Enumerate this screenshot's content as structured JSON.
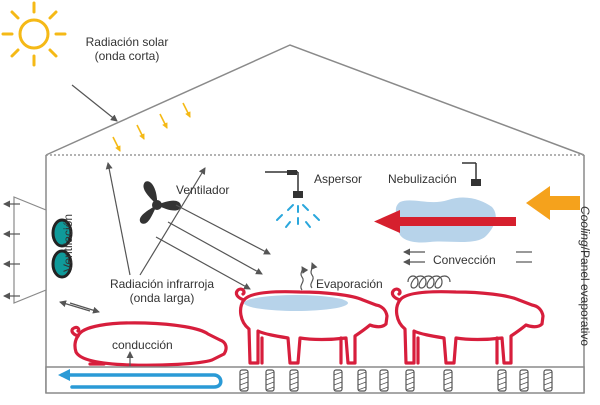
{
  "labels": {
    "solar_line1": "Radiación solar",
    "solar_line2": "(onda corta)",
    "ventilador": "Ventilador",
    "aspersor": "Aspersor",
    "nebulizacion": "Nebulización",
    "conveccion": "Convección",
    "evaporacion": "Evaporación",
    "infrarroja_line1": "Radiación infrarroja",
    "infrarroja_line2": "(onda larga)",
    "conduccion": "conducción",
    "ventilacion": "Ventilación",
    "cooling_italic": "Cooling",
    "cooling_rest": "/Panel evaporativo"
  },
  "colors": {
    "sun": "#f5b916",
    "pig_outline": "#d71e3c",
    "fan_teal": "#0f9a9a",
    "mist": "#b7d3ea",
    "red_arrow": "#d6202e",
    "orange_arrow": "#f5a21c",
    "floor_arrow": "#2a9ad6",
    "spray": "#2aa7dc",
    "line": "#555555"
  }
}
